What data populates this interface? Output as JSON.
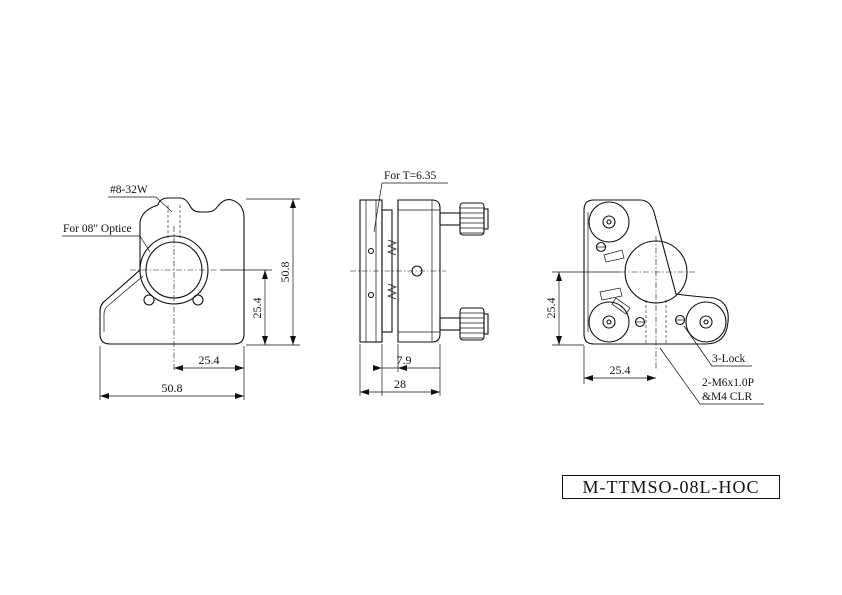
{
  "drawing": {
    "front_view": {
      "thread_note": "#8-32W",
      "optic_note": "For 08\" Optice",
      "dim_height": "50.8",
      "dim_height_half": "25.4",
      "dim_width_half": "25.4",
      "dim_width": "50.8"
    },
    "side_view": {
      "thickness_note": "For T=6.35",
      "dim_offset": "7.9",
      "dim_depth": "28"
    },
    "rear_view": {
      "dim_height_half": "25.4",
      "dim_width_half": "25.4",
      "lock_note": "3-Lock",
      "screw_note_line1": "2-M6x1.0P",
      "screw_note_line2": "&M4 CLR"
    },
    "part_number": "M-TTMSO-08L-HOC"
  }
}
